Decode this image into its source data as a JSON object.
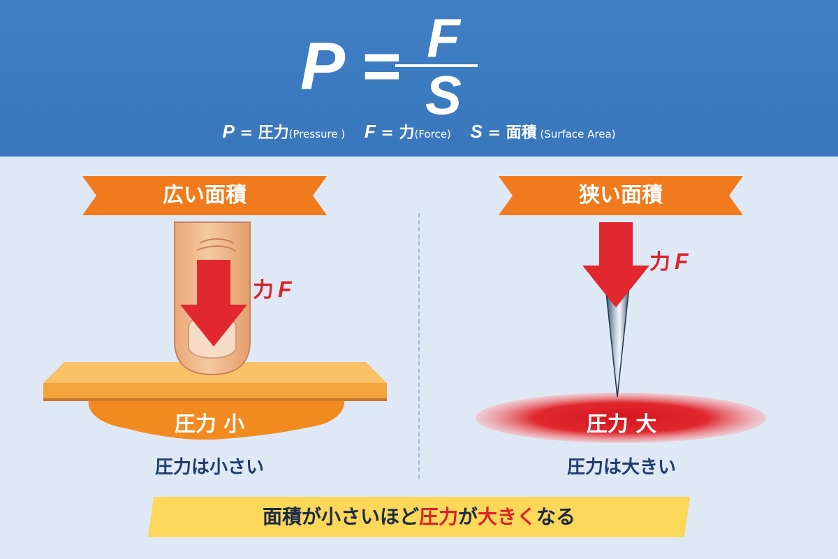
{
  "header": {
    "formula": {
      "lhs": "P =",
      "numerator": "F",
      "denominator": "S"
    },
    "legend": [
      {
        "var": "P",
        "eq": " = ",
        "jp": "圧力",
        "en": "(Pressure )"
      },
      {
        "var": "F",
        "eq": " = ",
        "jp": "力",
        "en": "(Force)"
      },
      {
        "var": "S",
        "eq": " = ",
        "jp": "面積",
        "en": " (Surface Area)"
      }
    ]
  },
  "left": {
    "title": "広い面積",
    "force_jp": "力",
    "force_var": "F",
    "pressure_tag": "圧力 小",
    "caption": "圧力は小さい"
  },
  "right": {
    "title": "狭い面積",
    "force_jp": "力",
    "force_var": "F",
    "pressure_tag": "圧力 大",
    "caption": "圧力は大きい"
  },
  "summary": {
    "part1": "面積が小さいほど",
    "highlight1": "圧力",
    "part2": "が",
    "highlight2": "大きく",
    "part3": "なる"
  },
  "colors": {
    "header_blue": "#3a77bd",
    "background": "#dfe9f6",
    "ribbon_orange": "#f07a1c",
    "arrow_red": "#e0282e",
    "board_orange": "#f5a83a",
    "highlight_yellow": "#fbd75a",
    "caption_navy": "#1f3b6c"
  },
  "icons": [
    "finger-icon",
    "needle-icon",
    "down-arrow-icon"
  ]
}
